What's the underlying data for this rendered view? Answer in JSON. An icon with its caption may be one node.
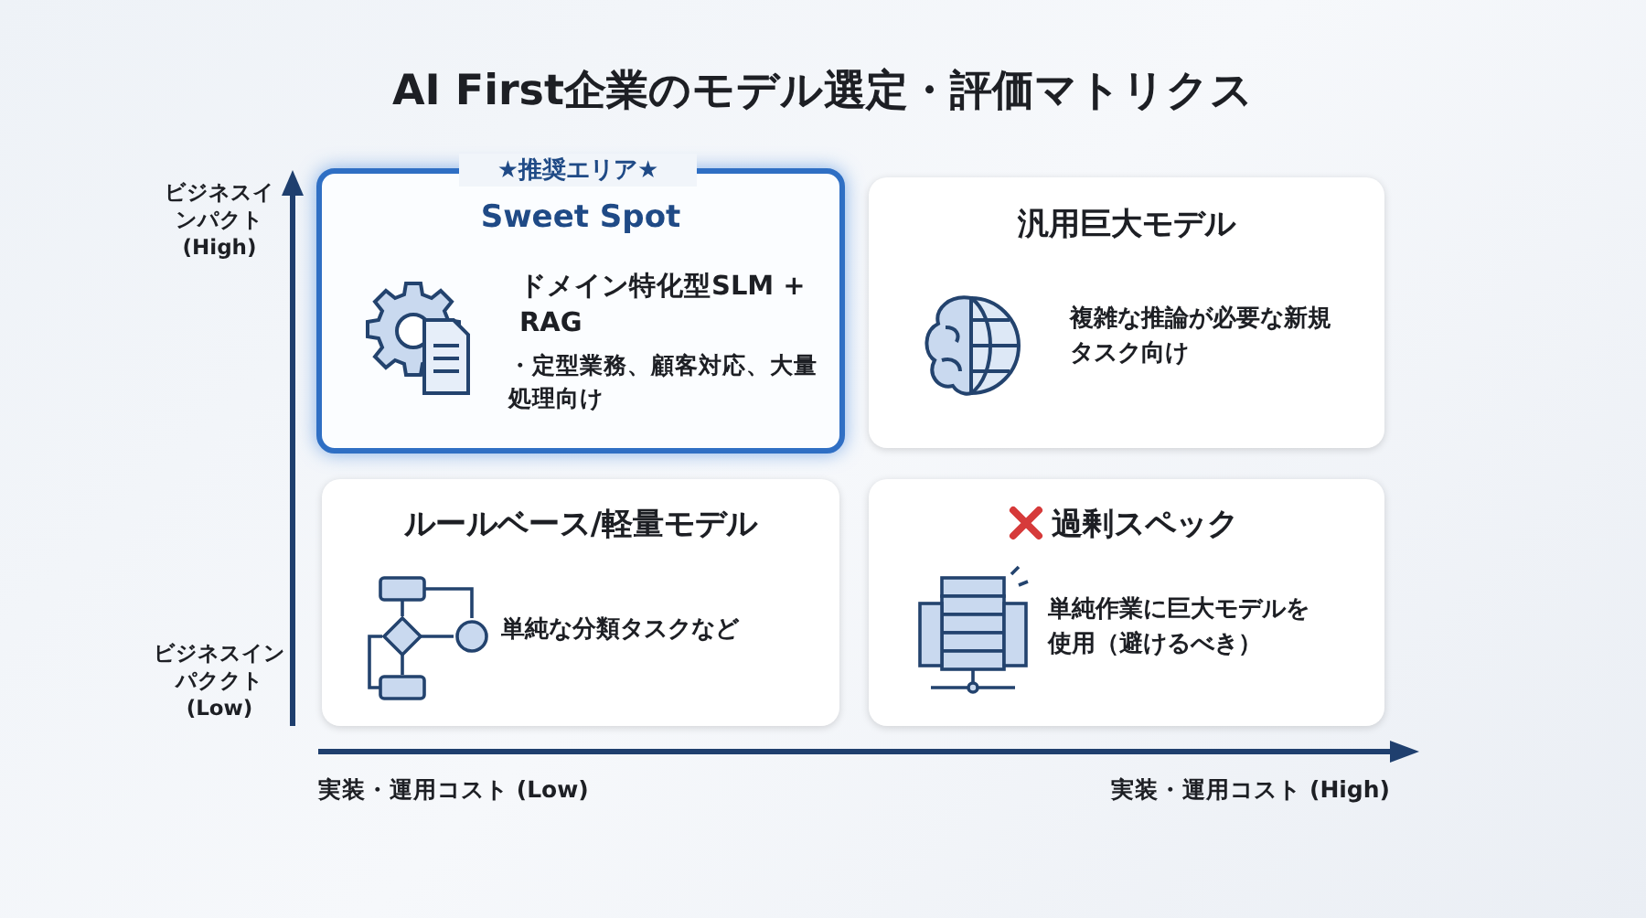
{
  "diagram": {
    "title": "AI First企業のモデル選定・評価マトリクス",
    "nodes": [
      {
        "text": [
          "★推奨エリア★",
          "Sweet Spot",
          "ドメイン特化型SLM + RAG",
          "・定型業務、顧客対応、大量処理向け"
        ]
      },
      {
        "text": [
          "汎用巨大モデル",
          "複雑な推論が必要な新規タスク向け"
        ]
      },
      {
        "text": [
          "ルールベース/軽量モデル",
          "単純な分類タスクなど"
        ]
      },
      {
        "text": [
          "過剰スペック",
          "単純作業に巨大モデルを使用（避けるべき）"
        ]
      }
    ],
    "labels": [
      "ビジネスインパクト(High)",
      "ビジネスインパククト(Low)",
      "実装・運用コスト (Low)",
      "実装・運用コスト (High)"
    ]
  }
}
